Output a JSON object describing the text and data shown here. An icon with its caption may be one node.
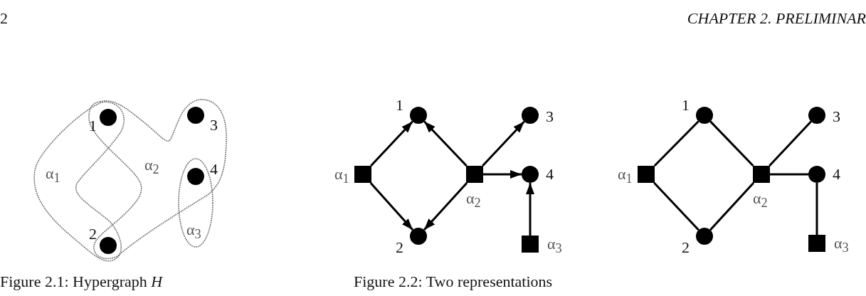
{
  "diagram": {
    "nodes": [
      {
        "text": [
          "α$_{1}$"
        ]
      },
      {
        "text": [
          "α$_{2}$"
        ]
      },
      {
        "text": [
          "α$_{3}$"
        ]
      },
      {
        "text": [],
        "shape": "circle",
        "beside": [
          "1"
        ]
      },
      {
        "text": [],
        "shape": "circle",
        "beside": [
          "2"
        ]
      },
      {
        "text": [],
        "shape": "circle",
        "beside": [
          "3"
        ],
        "in": 1
      },
      {
        "text": [],
        "shape": "circle",
        "beside": [
          "4"
        ],
        "in": 2
      },
      {
        "text": [],
        "shape": "circle",
        "beside": [
          "1"
        ]
      },
      {
        "text": [],
        "shape": "circle",
        "beside": [
          "2"
        ]
      },
      {
        "text": [],
        "shape": "circle",
        "beside": [
          "3"
        ]
      },
      {
        "text": [],
        "shape": "circle",
        "beside": [
          "4"
        ]
      },
      {
        "text": [],
        "shape": "box",
        "beside": [
          "α$_{1}$"
        ]
      },
      {
        "text": [],
        "shape": "box",
        "beside": [
          "α$_{2}$"
        ]
      },
      {
        "text": [],
        "shape": "box",
        "beside": [
          "α$_{3}$"
        ]
      },
      {
        "text": [],
        "shape": "circle",
        "beside": [
          "1"
        ]
      },
      {
        "text": [],
        "shape": "circle",
        "beside": [
          "2"
        ]
      },
      {
        "text": [],
        "shape": "circle",
        "beside": [
          "3"
        ]
      },
      {
        "text": [],
        "shape": "circle",
        "beside": [
          "4"
        ]
      },
      {
        "text": [],
        "shape": "box",
        "beside": [
          "α$_{1}$"
        ]
      },
      {
        "text": [],
        "shape": "box",
        "beside": [
          "α$_{2}$"
        ]
      },
      {
        "text": [],
        "shape": "box",
        "beside": [
          "α$_{3}$"
        ]
      }
    ],
    "edges": [
      {
        "from": 11,
        "to": 7,
        "arrow": "to"
      },
      {
        "from": 11,
        "to": 8,
        "arrow": "to"
      },
      {
        "from": 12,
        "to": 7,
        "arrow": "to"
      },
      {
        "from": 12,
        "to": 8,
        "arrow": "to"
      },
      {
        "from": 12,
        "to": 9,
        "arrow": "to"
      },
      {
        "from": 12,
        "to": 10,
        "arrow": "to"
      },
      {
        "from": 13,
        "to": 10,
        "arrow": "to"
      },
      {
        "from": 18,
        "to": 14,
        "arrow": "none"
      },
      {
        "from": 18,
        "to": 15,
        "arrow": "none"
      },
      {
        "from": 19,
        "to": 14,
        "arrow": "none"
      },
      {
        "from": 19,
        "to": 15,
        "arrow": "none"
      },
      {
        "from": 19,
        "to": 16,
        "arrow": "none"
      },
      {
        "from": 19,
        "to": 17,
        "arrow": "none"
      },
      {
        "from": 20,
        "to": 17,
        "arrow": "none"
      }
    ],
    "labels": [
      "2",
      "CHAPTER 2. PRELIMINAR",
      "Figure 2.1: Hypergraph *H*",
      "Figure 2.2: Two representations"
    ]
  }
}
